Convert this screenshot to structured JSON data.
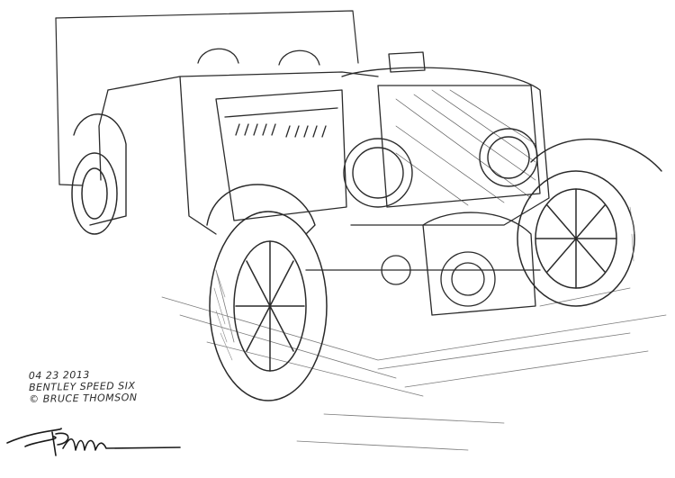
{
  "artwork": {
    "subject": "Bentley Speed Six",
    "medium": "pencil sketch",
    "colors": {
      "paper": "#ffffff",
      "line": "#2a2a2a",
      "shade": "#7a7a7a"
    }
  },
  "caption": {
    "date": "04 23 2013",
    "title": "BENTLEY SPEED SIX",
    "credit": "© BRUCE THOMSON"
  },
  "signature": {
    "present": true
  }
}
